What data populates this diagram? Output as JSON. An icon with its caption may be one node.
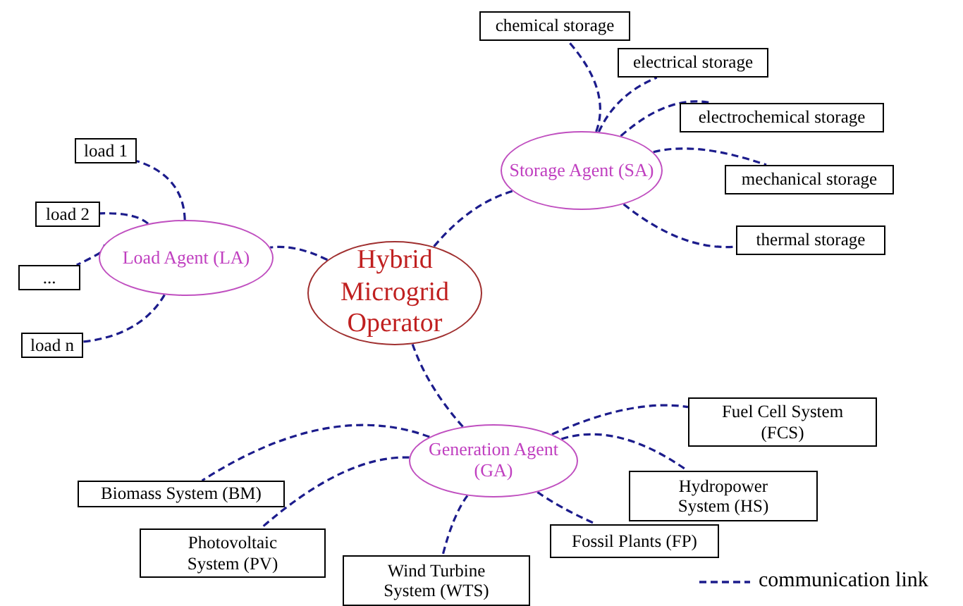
{
  "diagram": {
    "nodes": [
      {
        "text": [
          "Hybrid Microgrid Operator"
        ]
      },
      {
        "text": [
          "Load Agent (LA)"
        ]
      },
      {
        "text": [
          "Storage Agent (SA)"
        ]
      },
      {
        "text": [
          "Generation Agent (GA)"
        ]
      },
      {
        "text": [
          "load 1"
        ]
      },
      {
        "text": [
          "load 2"
        ]
      },
      {
        "text": [
          "..."
        ]
      },
      {
        "text": [
          "load n"
        ]
      },
      {
        "text": [
          "chemical storage"
        ]
      },
      {
        "text": [
          "electrical storage"
        ]
      },
      {
        "text": [
          "electrochemical storage"
        ]
      },
      {
        "text": [
          "mechanical storage"
        ]
      },
      {
        "text": [
          "thermal storage"
        ]
      },
      {
        "text": [
          "Fuel Cell System (FCS)"
        ]
      },
      {
        "text": [
          "Hydropower System (HS)"
        ]
      },
      {
        "text": [
          "Fossil Plants (FP)"
        ]
      },
      {
        "text": [
          "Wind Turbine System (WTS)"
        ]
      },
      {
        "text": [
          "Photovoltaic System (PV)"
        ]
      },
      {
        "text": [
          "Biomass System (BM)"
        ]
      }
    ],
    "edges": [
      {
        "from": 0,
        "to": 1,
        "arrow": "none",
        "style": "dashed"
      },
      {
        "from": 0,
        "to": 2,
        "arrow": "none",
        "style": "dashed"
      },
      {
        "from": 0,
        "to": 3,
        "arrow": "none",
        "style": "dashed"
      },
      {
        "from": 1,
        "to": 4,
        "arrow": "none",
        "style": "dashed"
      },
      {
        "from": 1,
        "to": 5,
        "arrow": "none",
        "style": "dashed"
      },
      {
        "from": 1,
        "to": 6,
        "arrow": "none",
        "style": "dashed"
      },
      {
        "from": 1,
        "to": 7,
        "arrow": "none",
        "style": "dashed"
      },
      {
        "from": 2,
        "to": 8,
        "arrow": "none",
        "style": "dashed"
      },
      {
        "from": 2,
        "to": 9,
        "arrow": "none",
        "style": "dashed"
      },
      {
        "from": 2,
        "to": 10,
        "arrow": "none",
        "style": "dashed"
      },
      {
        "from": 2,
        "to": 11,
        "arrow": "none",
        "style": "dashed"
      },
      {
        "from": 2,
        "to": 12,
        "arrow": "none",
        "style": "dashed"
      },
      {
        "from": 3,
        "to": 13,
        "arrow": "none",
        "style": "dashed"
      },
      {
        "from": 3,
        "to": 14,
        "arrow": "none",
        "style": "dashed"
      },
      {
        "from": 3,
        "to": 15,
        "arrow": "none",
        "style": "dashed"
      },
      {
        "from": 3,
        "to": 16,
        "arrow": "none",
        "style": "dashed"
      },
      {
        "from": 3,
        "to": 17,
        "arrow": "none",
        "style": "dashed"
      },
      {
        "from": 3,
        "to": 18,
        "arrow": "none",
        "style": "dashed"
      }
    ],
    "legend": [
      {
        "text": "communication link"
      }
    ]
  }
}
